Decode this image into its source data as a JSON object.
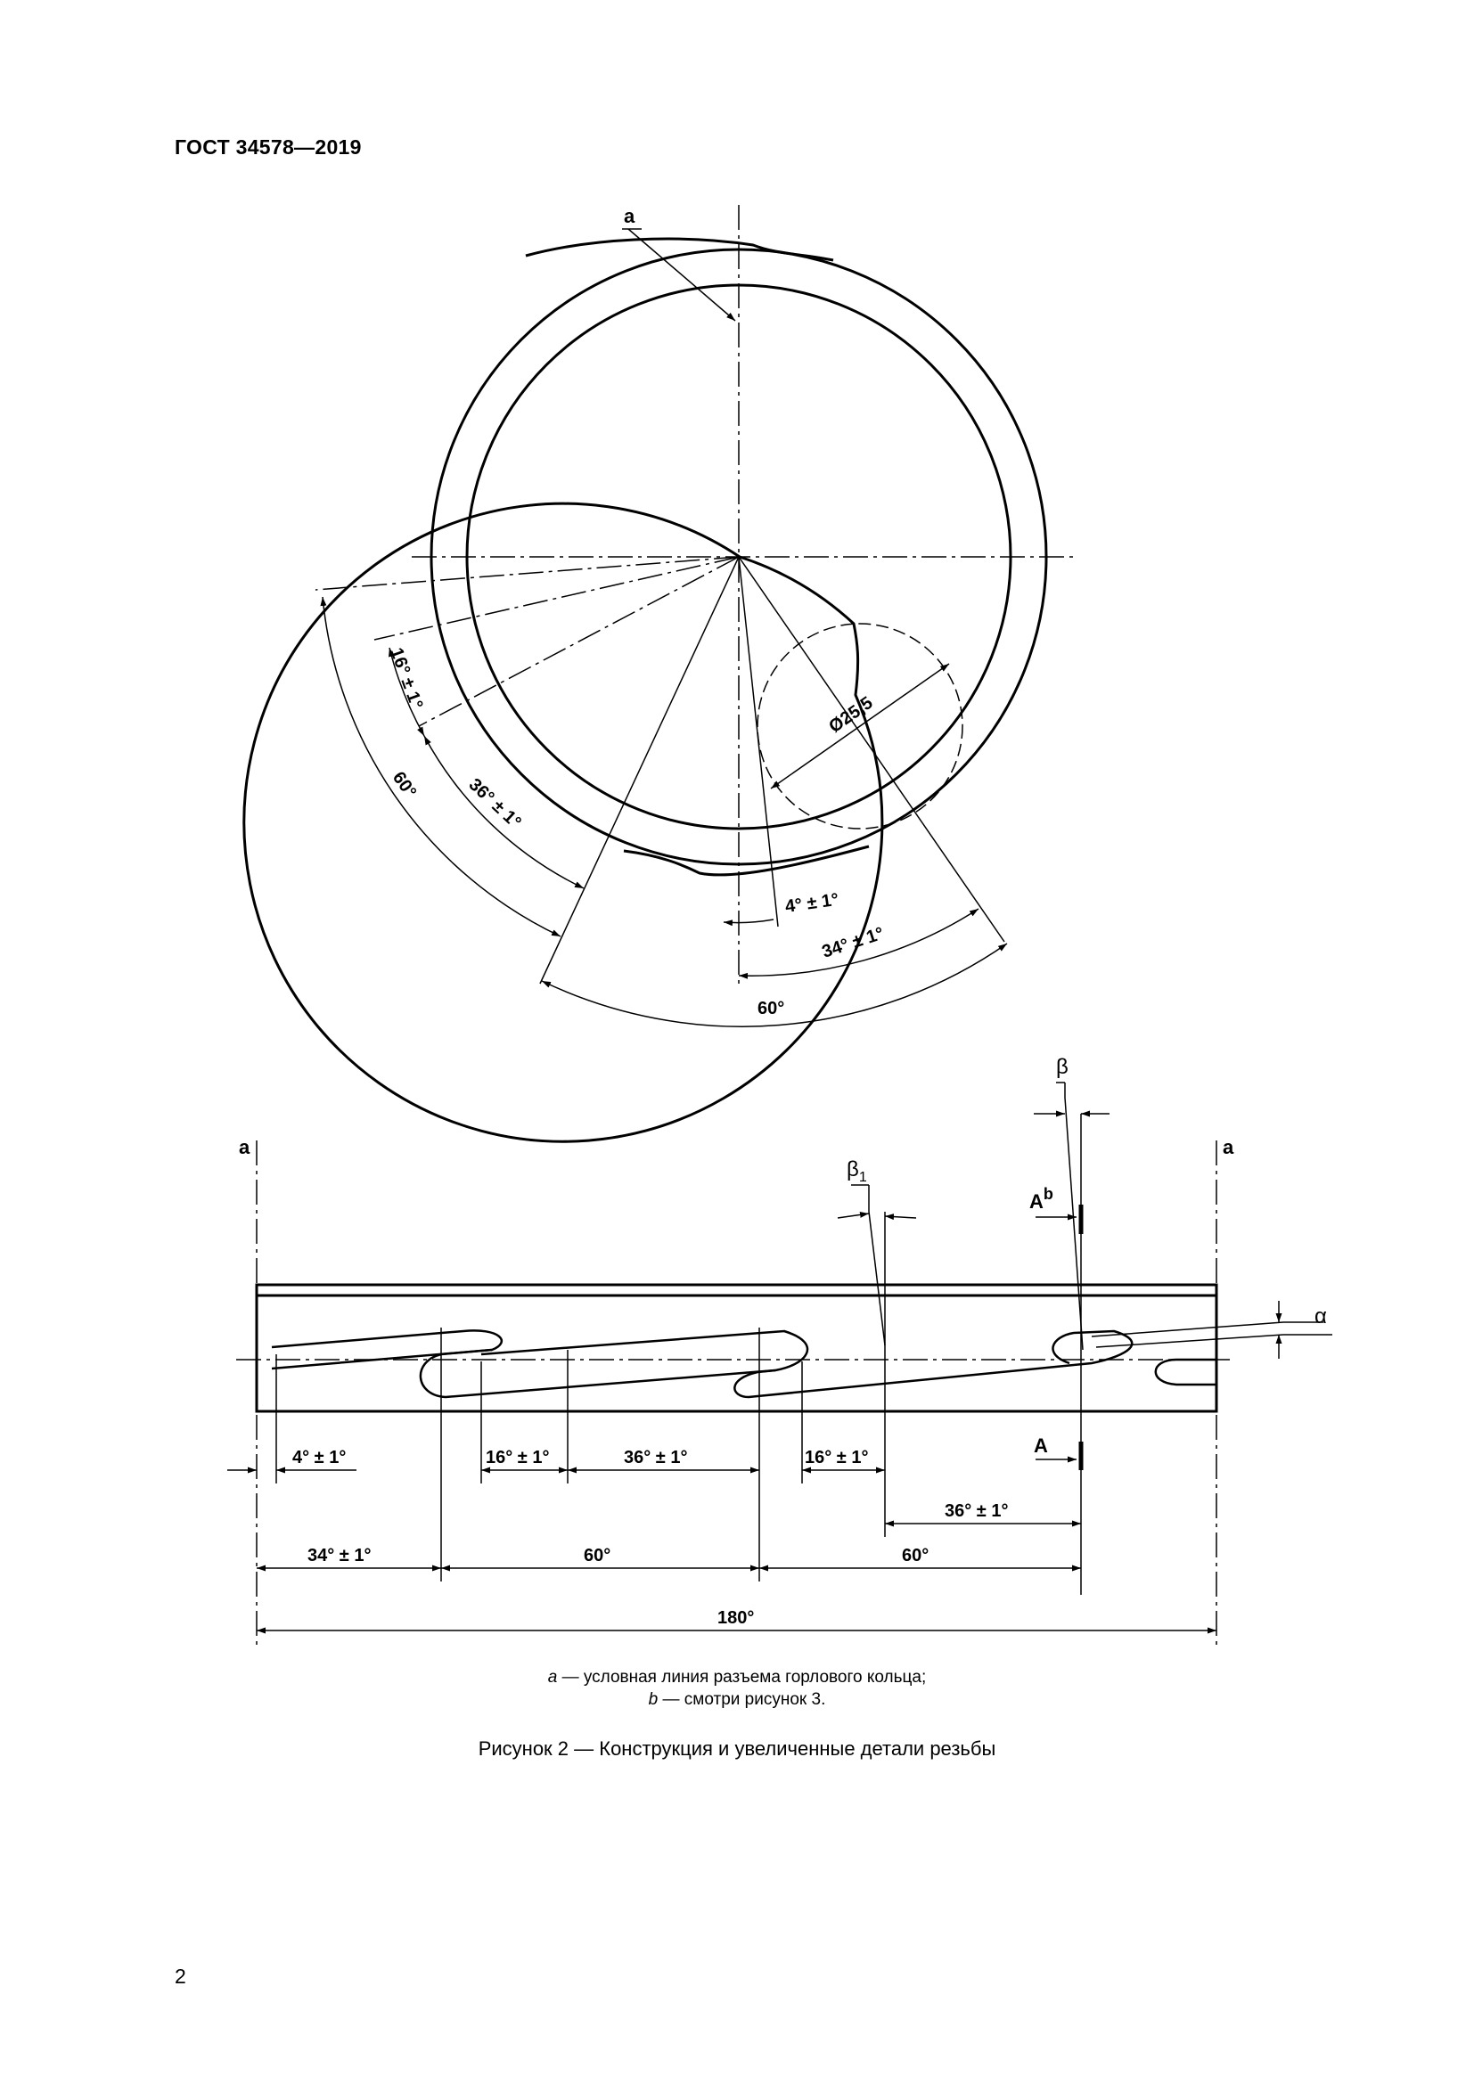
{
  "header": {
    "standard": "ГОСТ 34578—2019"
  },
  "figure": {
    "circle_view": {
      "label_a": "a",
      "diameter": "Ø25,5",
      "dims": {
        "d16": "16° ± 1°",
        "d36": "36° ± 1°",
        "d60_left": "60°",
        "d4": "4° ± 1°",
        "d34": "34° ± 1°",
        "d60_bottom": "60°"
      }
    },
    "developed_view": {
      "label_a_left": "a",
      "label_a_right": "a",
      "beta": "β",
      "beta1": "β",
      "beta1_sub": "1",
      "alpha": "α",
      "section_A_top": "A",
      "section_A_top_sup": "b",
      "section_A_bottom": "A",
      "dims_row1": [
        "4° ± 1°",
        "16° ± 1°",
        "36° ± 1°",
        "16° ± 1°"
      ],
      "dim_row2": "36° ± 1°",
      "dims_row3": [
        "34° ± 1°",
        "60°",
        "60°"
      ],
      "dim_total": "180°"
    }
  },
  "notes": {
    "a_key": "a",
    "a_text": " — условная линия разъема горлового кольца;",
    "b_key": "b",
    "b_text": " — смотри рисунок 3."
  },
  "caption": "Рисунок 2 — Конструкция и увеличенные детали резьбы",
  "page_number": "2"
}
